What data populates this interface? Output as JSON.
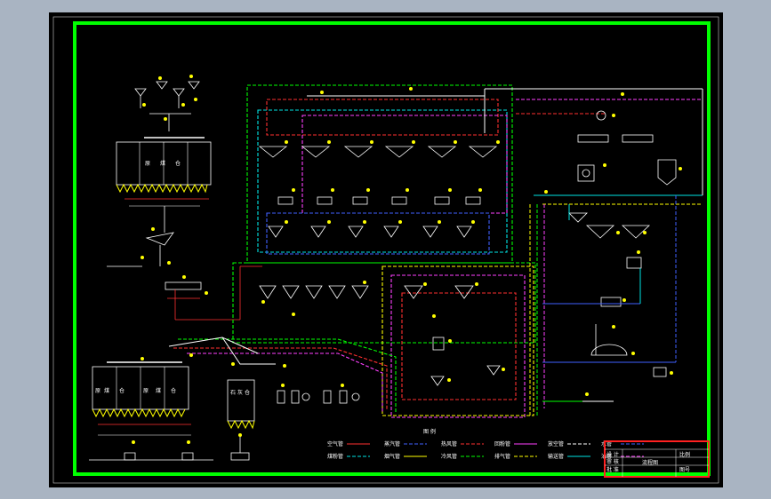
{
  "colors": {
    "background": "#a9b4c2",
    "sheet": "#000000",
    "frame": "#00ff00",
    "air": "#ff3030",
    "gas": "#ffff00",
    "cyan": "#00e5e5",
    "magenta": "#ff40ff",
    "blue": "#4060ff",
    "white": "#ffffff"
  },
  "silo_group_top": {
    "labels": [
      "原",
      "煤",
      "仓"
    ]
  },
  "silo_group_bottom": {
    "labels": [
      "原",
      "煤",
      "仓",
      "原",
      "煤",
      "仓"
    ]
  },
  "side_silo": {
    "labels": [
      "石",
      "灰",
      "仓"
    ]
  },
  "legend": {
    "title": "图 例",
    "items": [
      {
        "text": "空气管",
        "color": "#ff3030"
      },
      {
        "text": "煤粉管",
        "color": "#00e5e5"
      },
      {
        "text": "蒸汽管",
        "color": "#4060ff"
      },
      {
        "text": "烟气管",
        "color": "#ffff00"
      },
      {
        "text": "热风管",
        "color": "#ff3030"
      },
      {
        "text": "冷风管",
        "color": "#00ff00"
      },
      {
        "text": "回粉管",
        "color": "#ff40ff"
      },
      {
        "text": "排气管",
        "color": "#ffff00"
      },
      {
        "text": "放空管",
        "color": "#ffffff"
      },
      {
        "text": "输送管",
        "color": "#00e5e5"
      },
      {
        "text": "水管",
        "color": "#4060ff"
      },
      {
        "text": "油管",
        "color": "#ff40ff"
      }
    ]
  },
  "title_block": {
    "drawing_name": "流程图",
    "rows": [
      "设 计",
      "审 核",
      "批 准"
    ],
    "scale_label": "比例",
    "sheet_label": "图号"
  }
}
